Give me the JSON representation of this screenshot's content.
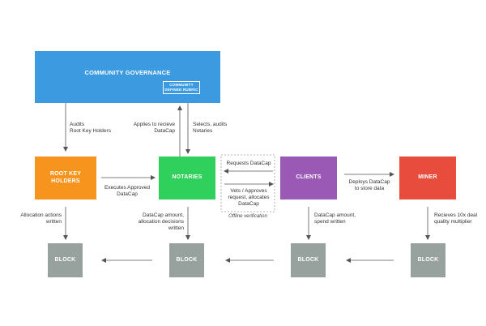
{
  "colors": {
    "governance": "#3b9ae0",
    "root_key_holders": "#f7941d",
    "notaries": "#2fd05c",
    "clients": "#9b59b6",
    "miner": "#e74c3c",
    "block": "#97a19d",
    "arrow": "#555555"
  },
  "governance": {
    "title": "COMMUNITY GOVERNANCE",
    "rubric": "COMMUNITY\nDEFINED RUBRIC"
  },
  "nodes": {
    "root_key_holders": "ROOT KEY\nHOLDERS",
    "notaries": "NOTARIES",
    "clients": "CLIENTS",
    "miner": "MINER"
  },
  "blocks": [
    "BLOCK",
    "BLOCK",
    "BLOCK",
    "BLOCK"
  ],
  "edges": {
    "audits": "Audits\nRoot Key Holders",
    "applies": "Applies to recieve\nDataCap",
    "selects": "Selects, audits\nNotaries",
    "executes": "Executes Approved\nDataCap",
    "requests": "Requests DataCap",
    "vets": "Vets / Approves\nrequest, allocates\nDataCap",
    "deploys": "Deploys DataCap\nto store data",
    "allocation_actions": "Allocation actions\nwritten",
    "datacap_allocation": "DataCap amount,\nallocation decisions\nwritten",
    "datacap_spend": "DataCap amount,\nspend written",
    "recieves": "Recieves 10x deal\nquality multiplier"
  },
  "offline_verification": "Offline verification"
}
